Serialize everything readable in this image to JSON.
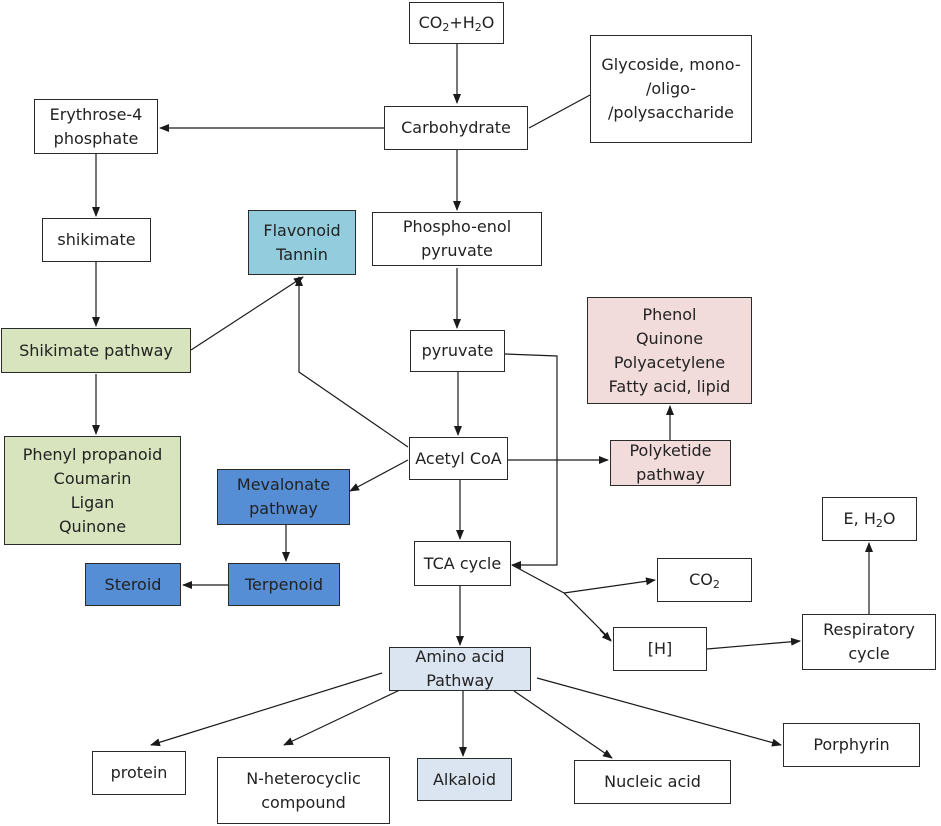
{
  "colors": {
    "green": "#d7e4bd",
    "light_blue": "#93cddd",
    "blue": "#558ed5",
    "pink": "#f2dcdb",
    "pale_blue": "#dbe5f1",
    "line": "#1a1a1a"
  },
  "nodes": {
    "co2_h2o": {
      "parts": [
        "CO",
        "2",
        "+H",
        "2",
        "O"
      ]
    },
    "glycoside": {
      "lines": [
        "Glycoside, mono-",
        "/oligo-",
        "/polysaccharide"
      ]
    },
    "erythrose": {
      "lines": [
        "Erythrose-4",
        "phosphate"
      ]
    },
    "carbohydrate": {
      "lines": [
        "Carbohydrate"
      ]
    },
    "shikimate": {
      "lines": [
        "shikimate"
      ]
    },
    "flavonoid": {
      "lines": [
        "Flavonoid",
        "Tannin"
      ]
    },
    "pep": {
      "lines": [
        "Phospho-enol",
        "pyruvate"
      ]
    },
    "phenol": {
      "lines": [
        "Phenol",
        "Quinone",
        "Polyacetylene",
        "Fatty acid, lipid"
      ]
    },
    "shikimate_pathway": {
      "lines": [
        "Shikimate pathway"
      ]
    },
    "pyruvate": {
      "lines": [
        "pyruvate"
      ]
    },
    "phenyl": {
      "lines": [
        "Phenyl propanoid",
        "Coumarin",
        "Ligan",
        "Quinone"
      ]
    },
    "acetyl": {
      "lines": [
        "Acetyl CoA"
      ]
    },
    "polyketide": {
      "lines": [
        "Polyketide",
        "pathway"
      ]
    },
    "mevalonate": {
      "lines": [
        "Mevalonate",
        "pathway"
      ]
    },
    "e_h2o": {
      "parts": [
        "E, H",
        "2",
        "O"
      ]
    },
    "tca": {
      "lines": [
        "TCA cycle"
      ]
    },
    "co2": {
      "parts": [
        "CO",
        "2"
      ]
    },
    "steroid": {
      "lines": [
        "Steroid"
      ]
    },
    "terpenoid": {
      "lines": [
        "Terpenoid"
      ]
    },
    "h": {
      "lines": [
        "[H]"
      ]
    },
    "respiratory": {
      "lines": [
        "Respiratory",
        "cycle"
      ]
    },
    "amino": {
      "lines": [
        "Amino acid",
        "Pathway"
      ]
    },
    "porphyrin": {
      "lines": [
        "Porphyrin"
      ]
    },
    "protein": {
      "lines": [
        "protein"
      ]
    },
    "nhetero": {
      "lines": [
        "N-heterocyclic",
        "compound"
      ]
    },
    "alkaloid": {
      "lines": [
        "Alkaloid"
      ]
    },
    "nucleic": {
      "lines": [
        "Nucleic acid"
      ]
    }
  }
}
